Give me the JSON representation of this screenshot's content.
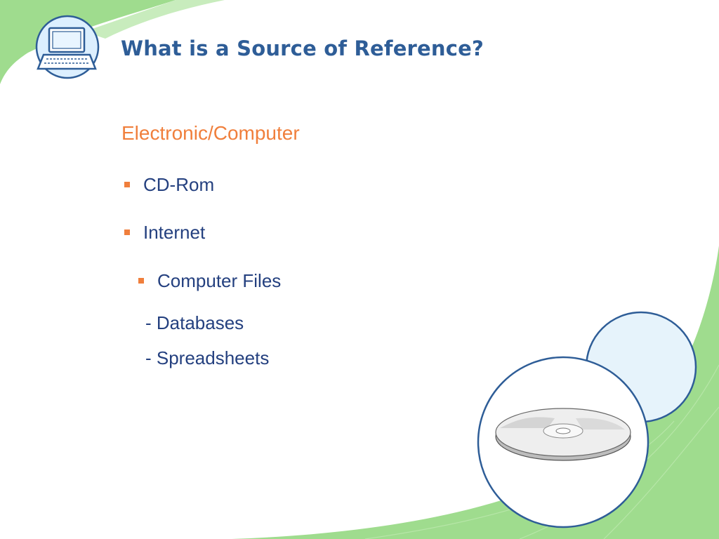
{
  "slide": {
    "title": "What is a Source of Reference?",
    "subtitle": "Electronic/Computer",
    "bullets": [
      {
        "text": "CD-Rom"
      },
      {
        "text": "Internet"
      },
      {
        "text": "Computer Files"
      }
    ],
    "sub_items": [
      {
        "text": "- Databases"
      },
      {
        "text": "- Spreadsheets"
      }
    ]
  },
  "icons": {
    "header_icon": "laptop-icon",
    "disc_image": "cd-disc-icon"
  },
  "colors": {
    "background_green": "#9fdc8e",
    "title_blue": "#2e5d97",
    "subtitle_orange": "#f07f3c",
    "body_blue": "#24407f",
    "circle_fill": "#e6f3fb",
    "circle_stroke": "#2e5d97"
  }
}
